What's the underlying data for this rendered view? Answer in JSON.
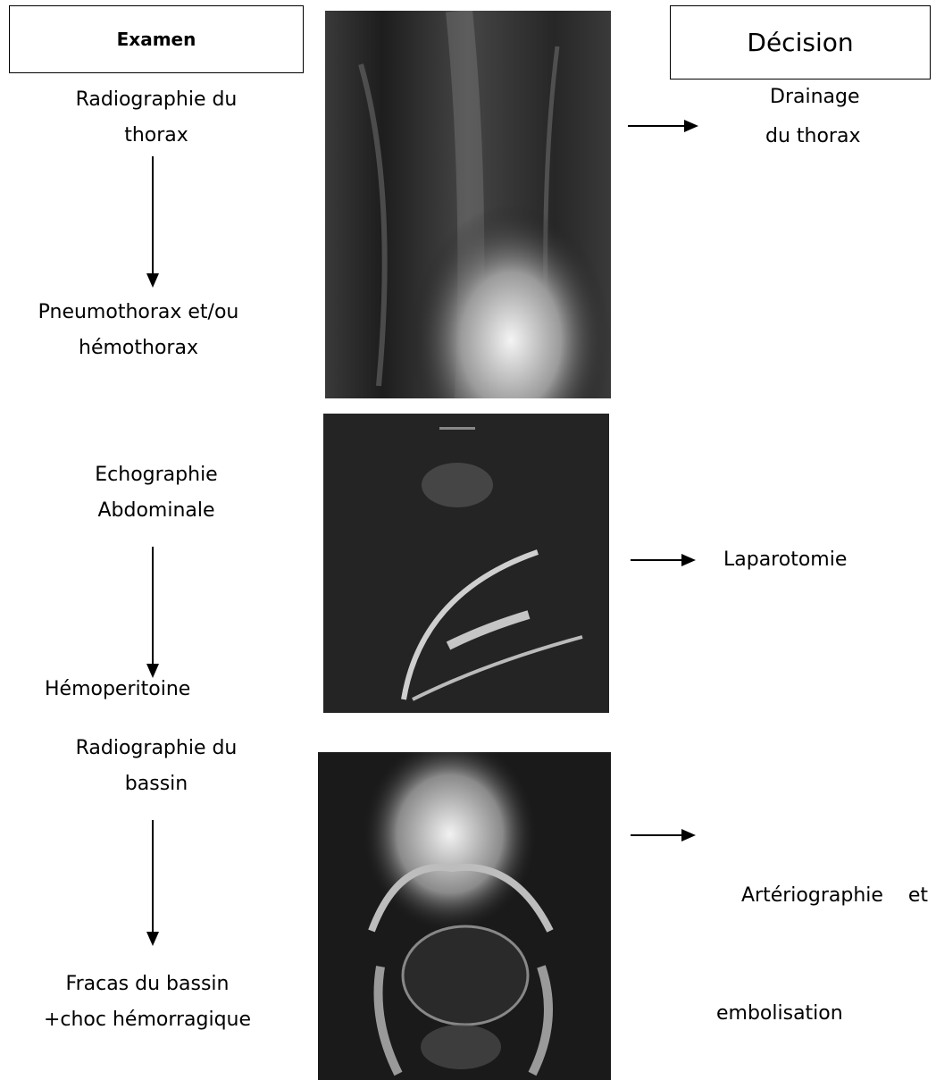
{
  "headers": {
    "exam": "Examen",
    "decision": "Décision"
  },
  "rows": [
    {
      "exam": "Radiographie du thorax",
      "exam_line1": "Radiographie du",
      "exam_line2": "thorax",
      "finding_line1": "Pneumothorax et/ou",
      "finding_line2": "hémothorax",
      "decision_line1": "Drainage",
      "decision_line2": "du thorax",
      "image_icon": "chest-xray-image"
    },
    {
      "exam_line1": "Echographie",
      "exam_line2": "Abdominale",
      "finding_line1": "Hémoperitoine",
      "decision_line1": "Laparotomie",
      "image_icon": "abdominal-ultrasound-image"
    },
    {
      "exam_line1": "Radiographie du",
      "exam_line2": "bassin",
      "finding_line1": "Fracas du bassin",
      "finding_line2": "+choc hémorragique",
      "decision_line1": "Artériographie    et",
      "decision_line2": "embolisation",
      "image_icon": "pelvis-xray-image"
    }
  ]
}
